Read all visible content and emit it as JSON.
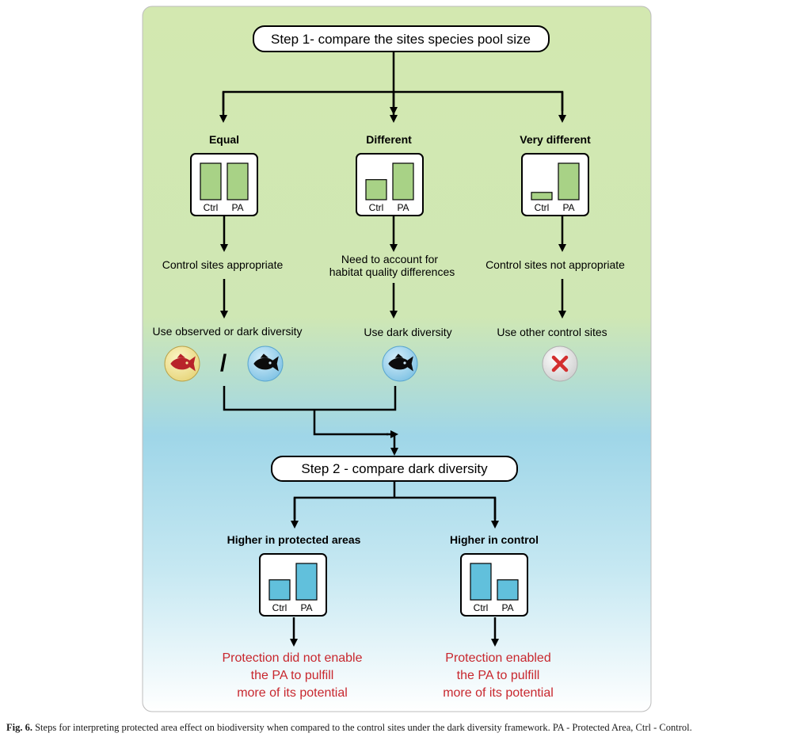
{
  "step1": {
    "label": "Step 1- compare the sites species pool size"
  },
  "step2": {
    "label": "Step 2 - compare dark diversity"
  },
  "branches": [
    {
      "heading": "Equal",
      "ctrl_rel": 1.0,
      "pa_rel": 1.0,
      "outcome": "Control sites appropriate",
      "action": "Use observed or dark diversity"
    },
    {
      "heading": "Different",
      "ctrl_rel": 0.55,
      "pa_rel": 1.0,
      "outcome_lines": [
        "Need to account for",
        "habitat quality differences"
      ],
      "action": "Use dark diversity"
    },
    {
      "heading": "Very different",
      "ctrl_rel": 0.2,
      "pa_rel": 1.0,
      "outcome": "Control sites not appropriate",
      "action": "Use other control sites"
    }
  ],
  "bar_labels": {
    "ctrl": "Ctrl",
    "pa": "PA"
  },
  "separator": "/",
  "step2_branches": [
    {
      "heading": "Higher in protected areas",
      "ctrl_rel": 0.55,
      "pa_rel": 1.0,
      "result_lines": [
        "Protection did not enable",
        "the PA to pulfill",
        "more of its potential"
      ]
    },
    {
      "heading": "Higher in control",
      "ctrl_rel": 1.0,
      "pa_rel": 0.55,
      "result_lines": [
        "Protection enabled",
        "the PA to pulfill",
        "more of its potential"
      ]
    }
  ],
  "caption": {
    "label": "Fig. 6.",
    "text": "Steps for interpreting protected area effect on biodiversity when compared to the control sites under the dark diversity framework. PA - Protected Area, Ctrl - Control."
  },
  "colors": {
    "green_bar": "#a8d286",
    "blue_bar": "#61c0dc",
    "panel_top": "#d3e8b0",
    "panel_mid": "#9fd6e8",
    "result_text": "#c8272e",
    "observed_fish_bg": "#f2e49a",
    "dark_fish_bg": "#9fd2ec",
    "cross": "#d32f2f"
  },
  "icons": [
    "observed-diversity-fish-icon",
    "dark-diversity-fish-icon",
    "cross-icon"
  ]
}
